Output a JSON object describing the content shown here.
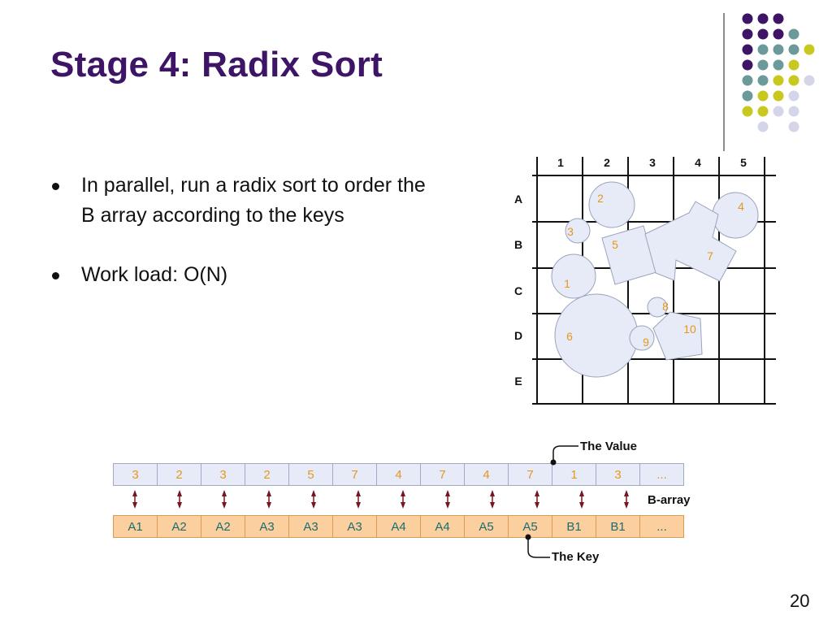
{
  "slide": {
    "title": "Stage 4: Radix Sort",
    "bullets": [
      "In parallel, run a radix sort to order the B array according to the keys",
      "Work load: O(N)"
    ],
    "page_number": "20"
  },
  "grid": {
    "columns": [
      "1",
      "2",
      "3",
      "4",
      "5"
    ],
    "rows": [
      "A",
      "B",
      "C",
      "D",
      "E"
    ],
    "shape_labels": [
      "2",
      "4",
      "3",
      "5",
      "7",
      "1",
      "8",
      "10",
      "6",
      "9"
    ]
  },
  "arrays": {
    "values": [
      "3",
      "2",
      "3",
      "2",
      "5",
      "7",
      "4",
      "7",
      "4",
      "7",
      "1",
      "3",
      "..."
    ],
    "keys": [
      "A1",
      "A2",
      "A2",
      "A3",
      "A3",
      "A3",
      "A4",
      "A4",
      "A5",
      "A5",
      "B1",
      "B1",
      "..."
    ],
    "value_label": "The Value",
    "key_label": "The Key",
    "array_label": "B-array"
  },
  "colors": {
    "title": "#3d1466",
    "dot_purple": "#3d1466",
    "dot_teal": "#6c9a9b",
    "dot_yellow": "#c8c81e",
    "dot_lavender": "#d5d5ea",
    "shape_fill": "#e6ebf7",
    "label_orange": "#e7961e",
    "key_text": "#1b6c73",
    "arrow_red": "#7a1420"
  }
}
